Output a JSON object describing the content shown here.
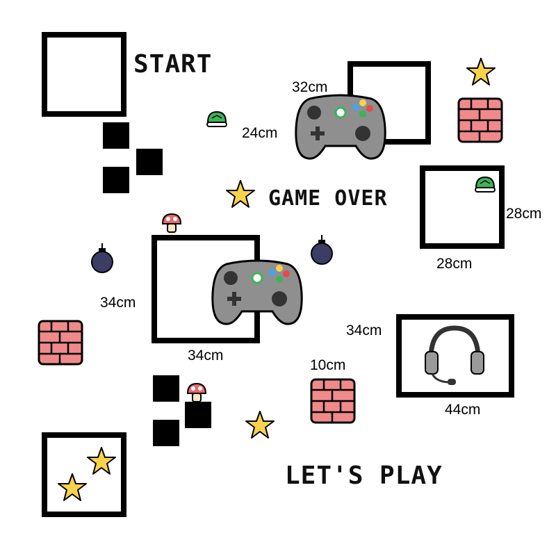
{
  "texts": {
    "start": "START",
    "game_over": "GAME OVER",
    "lets_play": "LET'S PLAY"
  },
  "dimensions": {
    "ctrl_top_w": "32cm",
    "ctrl_top_h": "24cm",
    "right_frame_h": "28cm",
    "right_frame_w": "28cm",
    "center_frame_h": "34cm",
    "center_frame_w": "34cm",
    "headset_frame_h": "34cm",
    "headset_frame_w": "44cm",
    "brick_size": "10cm"
  },
  "colors": {
    "frame": "#000000",
    "star": "#f7d34a",
    "brick": "#f08a8a",
    "bomb": "#3b3d66",
    "controller": "#8f8f8f",
    "shell": "#3bb45a",
    "mushroom": "#e86a6a"
  },
  "icons": [
    "star-icon",
    "brick-block-icon",
    "bomb-icon",
    "game-controller-icon",
    "headset-icon",
    "shell-icon",
    "mushroom-icon"
  ]
}
